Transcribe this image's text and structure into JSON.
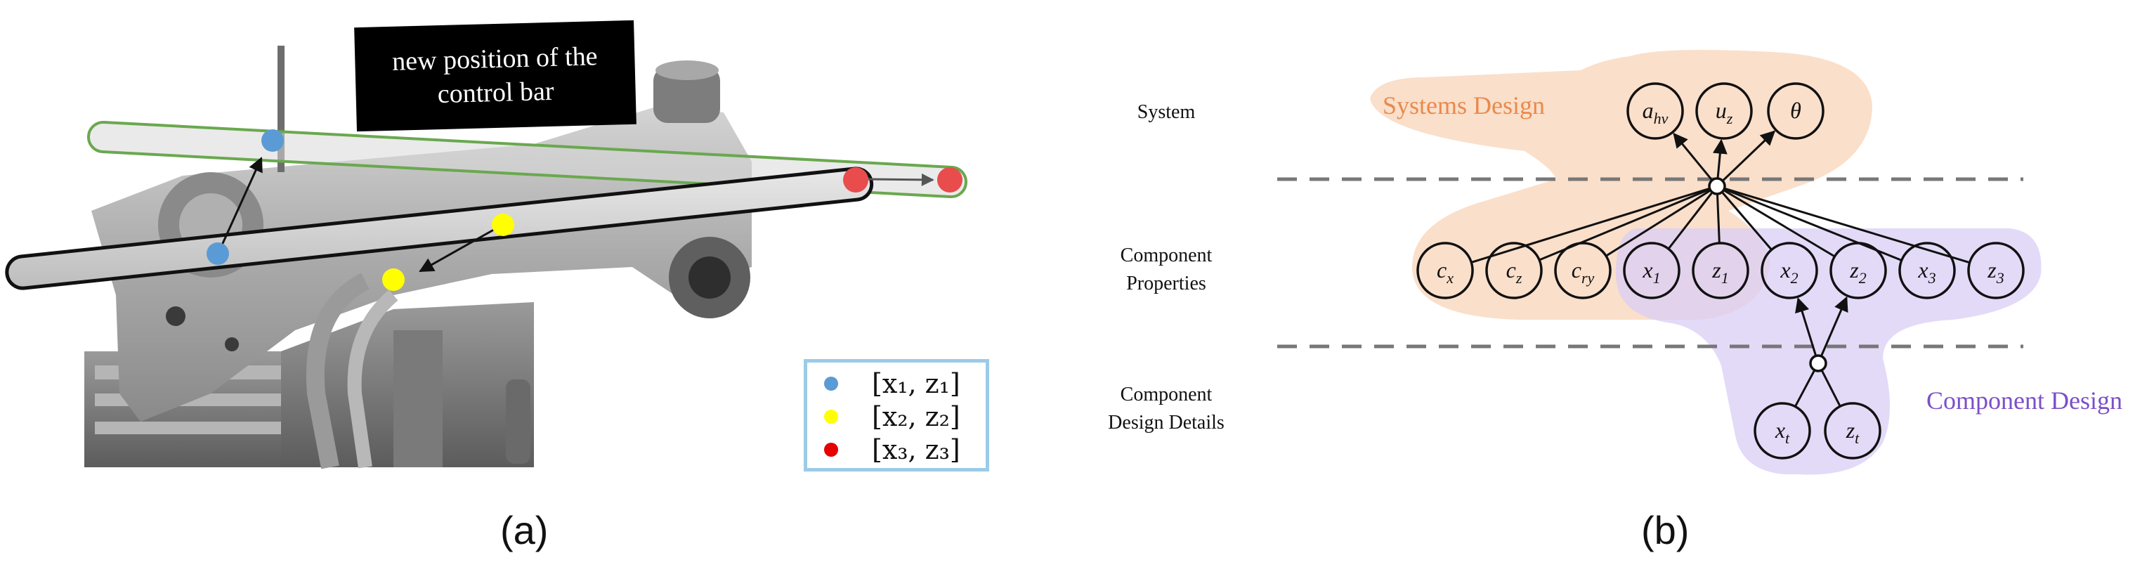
{
  "panel_a": {
    "label": "(a)",
    "callout_line1": "new position of the",
    "callout_line2": "control bar",
    "legend": [
      {
        "label": "[x₁, z₁]",
        "color": "#5b9bd5"
      },
      {
        "label": "[x₂, z₂]",
        "color": "#ffff00"
      },
      {
        "label": "[x₃, z₃]",
        "color": "#e60000"
      }
    ]
  },
  "panel_b": {
    "label": "(b)",
    "row_labels": {
      "system": "System",
      "component_properties_1": "Component",
      "component_properties_2": "Properties",
      "component_design_details_1": "Component",
      "component_design_details_2": "Design Details"
    },
    "region_labels": {
      "systems_design": "Systems Design",
      "component_design": "Component Design"
    },
    "system_nodes": [
      {
        "base": "a",
        "sub": "hv"
      },
      {
        "base": "u",
        "sub": "z"
      },
      {
        "base": "θ",
        "sub": ""
      }
    ],
    "property_nodes": [
      {
        "base": "c",
        "sub": "x"
      },
      {
        "base": "c",
        "sub": "z"
      },
      {
        "base": "c",
        "sub": "ry"
      },
      {
        "base": "x",
        "sub": "1"
      },
      {
        "base": "z",
        "sub": "1"
      },
      {
        "base": "x",
        "sub": "2"
      },
      {
        "base": "z",
        "sub": "2"
      },
      {
        "base": "x",
        "sub": "3"
      },
      {
        "base": "z",
        "sub": "3"
      }
    ],
    "detail_nodes": [
      {
        "base": "x",
        "sub": "t"
      },
      {
        "base": "z",
        "sub": "t"
      }
    ],
    "colors": {
      "systems_region": "#f9dcc4",
      "component_region": "#d9cdf5",
      "systems_text": "#e88a4c",
      "component_text": "#7b4fc9"
    }
  }
}
